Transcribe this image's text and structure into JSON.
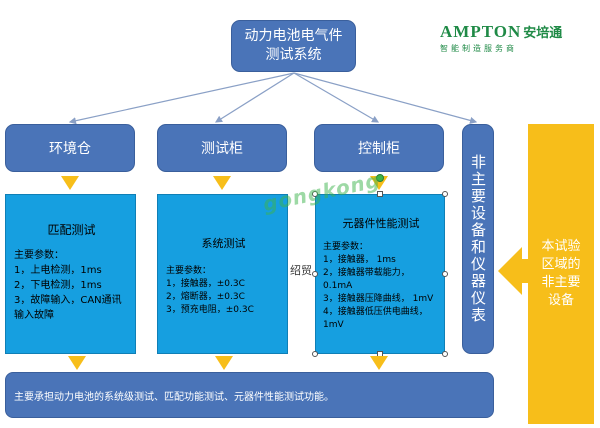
{
  "logo": {
    "name": "AMPTON",
    "cn_name": "安培通",
    "slogan": "智能制造服务商"
  },
  "watermark": "gongkong",
  "top_box": "动力电池电气件\n测试系统",
  "categories": [
    {
      "label": "环境仓"
    },
    {
      "label": "测试柜"
    },
    {
      "label": "控制柜"
    }
  ],
  "vertical_box": "非主要设备和仪器仪表",
  "side_note": "本试验\n区域的\n非主要\n设备",
  "panels": [
    {
      "title": "匹配测试",
      "params": "主要参数：\n1，上电检测，1ms\n2，下电检测，1ms\n3，故障输入，CAN通讯\n输入故障"
    },
    {
      "title": "系统测试",
      "params": "主要参数：\n1，接触器，±0.3C\n2，熔断器，±0.3C\n3，预充电阻，±0.3C"
    },
    {
      "title": "元器件性能测试",
      "params": "主要参数：\n1，接触器，  1ms\n2，接触器带载能力，\n0.1mA\n3，接触器压降曲线，  1mV\n4，接触器低压供电曲线，\n1mV"
    }
  ],
  "stray_text": "绍贸",
  "bottom_bar": "主要承担动力电池的系统级测试、匹配功能测试、元器件性能测试功能。",
  "colors": {
    "dark_blue": "#4a74b8",
    "cyan": "#169fe0",
    "yellow": "#f7be1a",
    "logo_green": "#1f8a46"
  }
}
